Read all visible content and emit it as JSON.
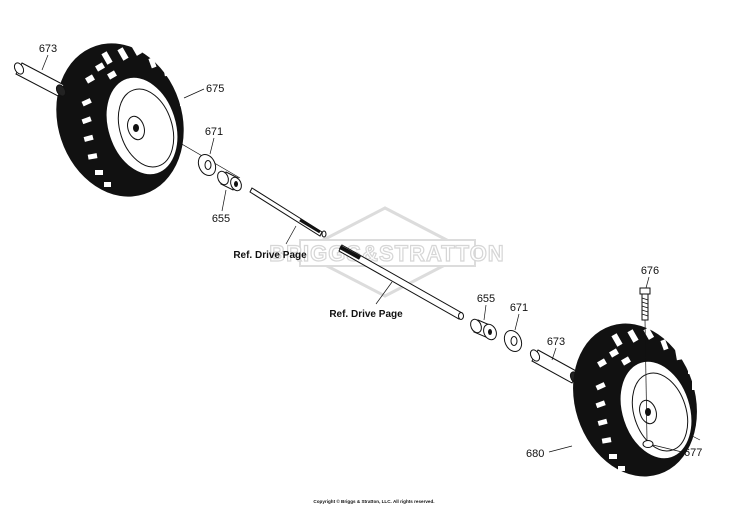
{
  "diagram": {
    "watermark": "BRIGGS&STRATTON",
    "copyright": "Copyright © Briggs & Stratton, LLC. All rights reserved.",
    "callouts": {
      "c673_top": "673",
      "c675": "675",
      "c671_top": "671",
      "c655_top": "655",
      "ref_drive_1": "Ref. Drive Page",
      "ref_drive_2": "Ref. Drive Page",
      "c655_bottom": "655",
      "c671_bottom": "671",
      "c673_bottom": "673",
      "c676": "676",
      "c680": "680",
      "c677": "677"
    },
    "parts": [
      {
        "number": "673",
        "name": "spacer-tube"
      },
      {
        "number": "675",
        "name": "wheel-assembly-left"
      },
      {
        "number": "671",
        "name": "washer"
      },
      {
        "number": "655",
        "name": "bushing"
      },
      {
        "number": "676",
        "name": "bolt"
      },
      {
        "number": "677",
        "name": "nut"
      },
      {
        "number": "680",
        "name": "wheel-assembly-right"
      }
    ]
  }
}
